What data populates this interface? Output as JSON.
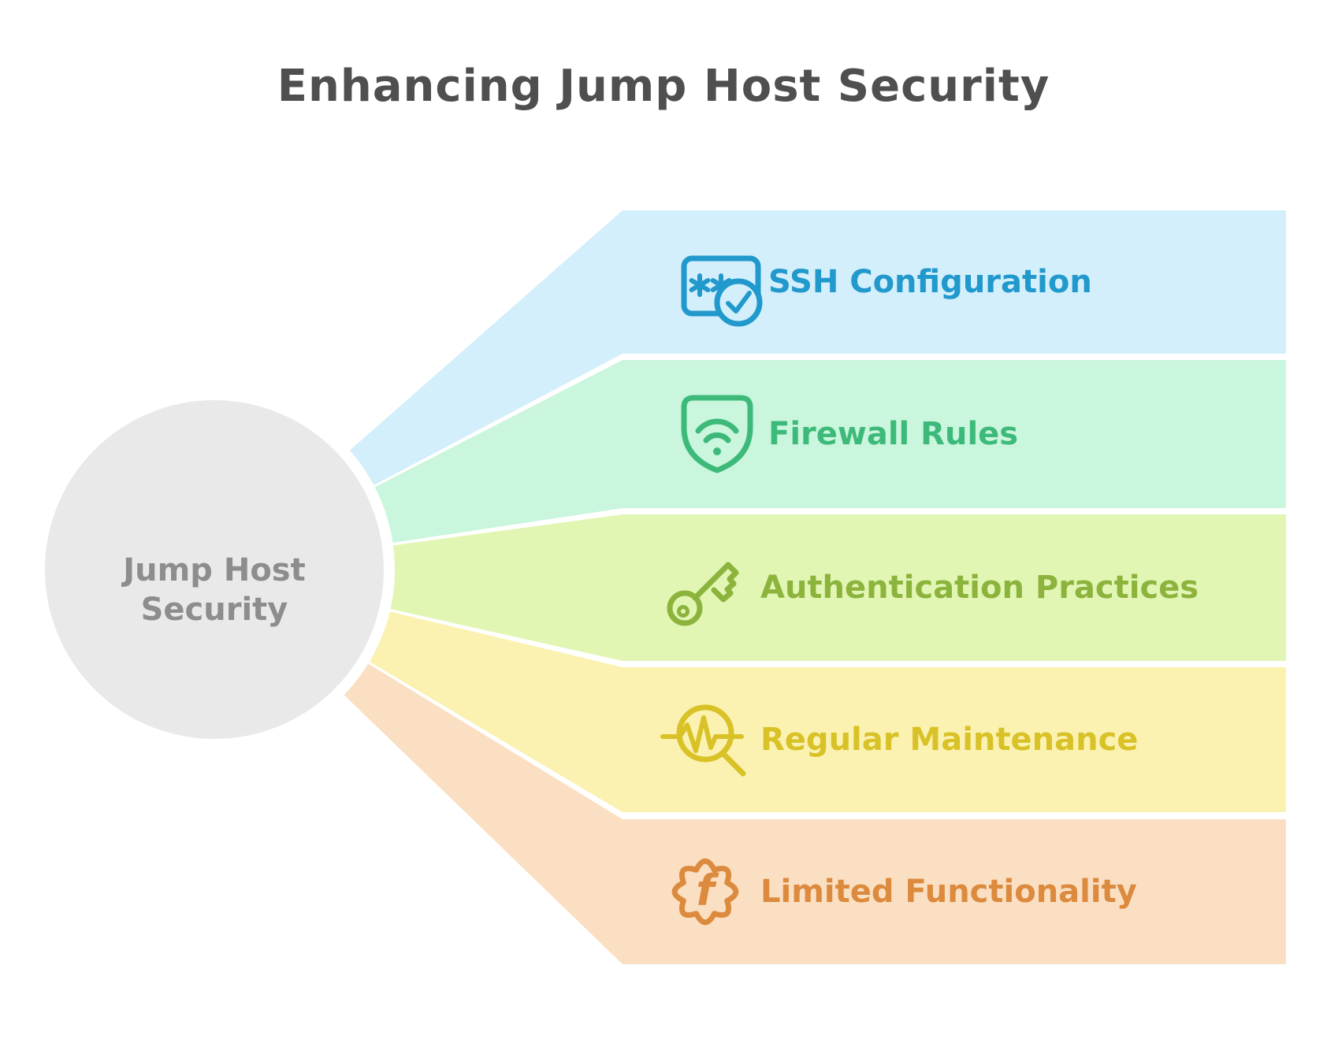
{
  "title": "Enhancing Jump Host Security",
  "center": {
    "line1": "Jump Host",
    "line2": "Security"
  },
  "colors": {
    "background": "#ffffff",
    "title": "#4f4f4f",
    "circle_fill": "#e9e9e9",
    "circle_halo": "#ffffff",
    "circle_text": "#8d8d8d"
  },
  "branches": [
    {
      "label": "SSH Configuration",
      "icon": "password-check-icon",
      "band_bg": "#d3effb",
      "accent": "#2199cc"
    },
    {
      "label": "Firewall Rules",
      "icon": "shield-wifi-icon",
      "band_bg": "#c9f6dc",
      "accent": "#3dba7a"
    },
    {
      "label": "Authentication Practices",
      "icon": "key-icon",
      "band_bg": "#e2f6b4",
      "accent": "#8cb43d"
    },
    {
      "label": "Regular Maintenance",
      "icon": "magnifier-pulse-icon",
      "band_bg": "#fbf2b2",
      "accent": "#d9c227"
    },
    {
      "label": "Limited Functionality",
      "icon": "gear-f-icon",
      "band_bg": "#fbdfc2",
      "accent": "#dc8a3d"
    }
  ]
}
